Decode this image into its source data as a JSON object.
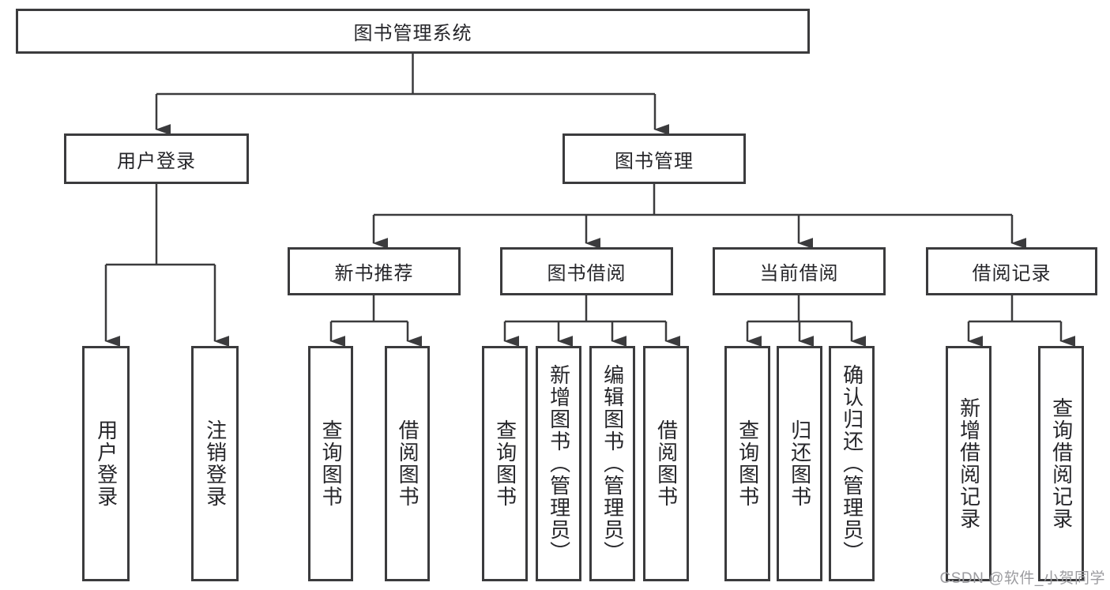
{
  "tree": {
    "label": "图书管理系统",
    "children": [
      {
        "label": "用户登录",
        "children": [
          {
            "label": "用户登录"
          },
          {
            "label": "注销登录"
          }
        ]
      },
      {
        "label": "图书管理",
        "children": [
          {
            "label": "新书推荐",
            "children": [
              {
                "label": "查询图书"
              },
              {
                "label": "借阅图书"
              }
            ]
          },
          {
            "label": "图书借阅",
            "children": [
              {
                "label": "查询图书"
              },
              {
                "label": "新增图书（管理员）"
              },
              {
                "label": "编辑图书（管理员）"
              },
              {
                "label": "借阅图书"
              }
            ]
          },
          {
            "label": "当前借阅",
            "children": [
              {
                "label": "查询图书"
              },
              {
                "label": "归还图书"
              },
              {
                "label": "确认归还（管理员）"
              }
            ]
          },
          {
            "label": "借阅记录",
            "children": [
              {
                "label": "新增借阅记录"
              },
              {
                "label": "查询借阅记录"
              }
            ]
          }
        ]
      }
    ]
  },
  "watermark": {
    "text": "CSDN @软件_小贺同学"
  },
  "colors": {
    "line": "#3b3b3d",
    "text": "#26262a",
    "background": "#ffffff",
    "watermark": "#9c9ca0"
  }
}
